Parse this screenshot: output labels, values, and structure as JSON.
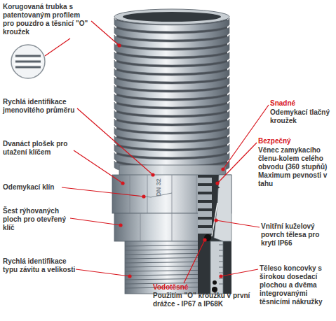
{
  "diagram": {
    "labels": [
      "Korugovaná trubka s patentovaným profilem pro pouzdro a těsnicí \"O\" kroužek",
      "Rychlá identifikace jmenovitého průměru",
      "Dvanáct plošek pro utažení klíčem",
      "Odemykací klín",
      "Šest rýhovaných ploch pro otevřený klíč",
      "Rychlá identifikace typu závitu a velikosti",
      "DN 32",
      "Snadné",
      "Odemykací tlačný kroužek",
      "Bezpečný",
      "Věnec zamykacího členu-kolem celého obvodu (360 stupňů) Maximum pevnosti v tahu",
      "Vnitřní kuželový povrch tělesa pro krytí IP66",
      "Vodotěsné",
      "Použitím \"O\" kroužku v první drážce - IP67 a IP68K",
      "Těleso koncovky s širokou dosedací plochou a dvěma integrovanými těsnicími nákružky"
    ]
  }
}
